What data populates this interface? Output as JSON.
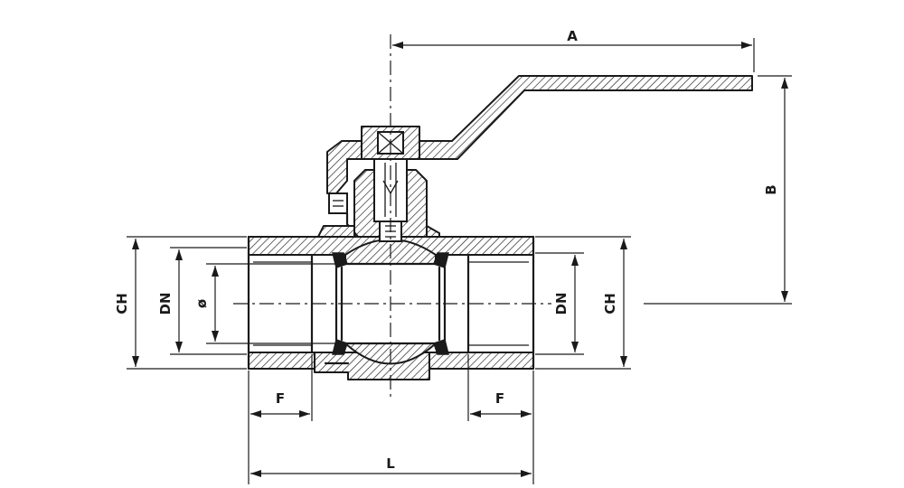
{
  "labels": {
    "a": "A",
    "b": "B",
    "l": "L",
    "f_left": "F",
    "f_right": "F",
    "ch_left": "CH",
    "ch_right": "CH",
    "dn_left": "DN",
    "dn_right": "DN",
    "bore": "ø"
  }
}
